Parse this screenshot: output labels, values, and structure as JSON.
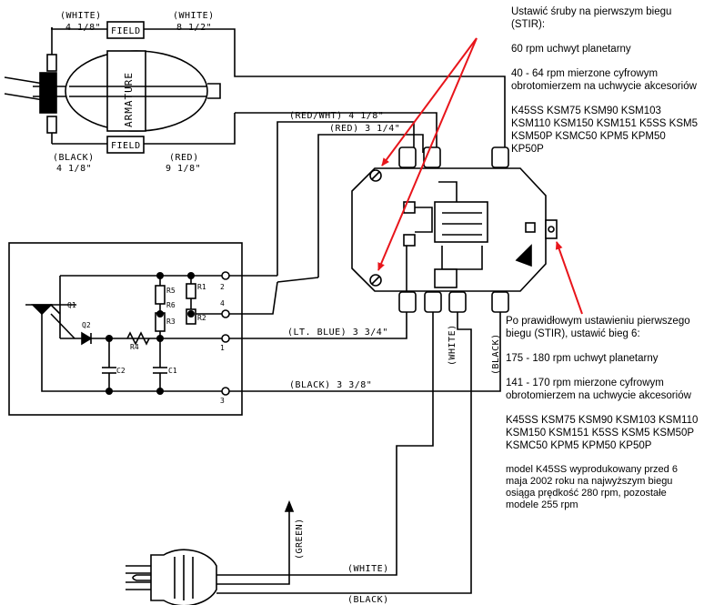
{
  "labels": {
    "white_top_left": "(WHITE)",
    "white_top_left_len": "4 1/8\"",
    "white_top_right": "(WHITE)",
    "white_top_right_len": "8 1/2\"",
    "field_top": "FIELD",
    "field_bottom": "FIELD",
    "armature": "ARMATURE",
    "black_bottom_left": "(BLACK)",
    "black_bottom_left_len": "4 1/8\"",
    "red_bottom": "(RED)",
    "red_bottom_len": "9 1/8\"",
    "red_wht": "(RED/WHT) 4 1/8\"",
    "red": "(RED) 3 1/4\"",
    "lt_blue": "(LT. BLUE) 3 3/4\"",
    "black_mid": "(BLACK) 3 3/8\"",
    "white_vertical": "(WHITE)",
    "black_vertical": "(BLACK)",
    "green": "(GREEN)",
    "white_plug": "(WHITE)",
    "black_plug": "(BLACK)",
    "q1": "Q1",
    "q2": "Q2",
    "r1": "R1",
    "r2": "R2",
    "r3": "R3",
    "r4": "R4",
    "r5": "R5",
    "r6": "R6",
    "c1": "C1",
    "c2": "C2",
    "t1": "1",
    "t2": "2",
    "t3": "3",
    "t4": "4"
  },
  "note_top": {
    "title": "Ustawić śruby na pierwszym biegu (STIR):",
    "line1": "60 rpm uchwyt planetarny",
    "line2": "40 - 64 rpm mierzone cyfrowym obrotomierzem na uchwycie akcesoriów",
    "models": "K45SS KSM75 KSM90 KSM103 KSM110 KSM150 KSM151 K5SS KSM5 KSM50P KSMC50 KPM5 KPM50 KP50P"
  },
  "note_bottom": {
    "title": "Po prawidłowym ustawieniu pierwszego biegu (STIR), ustawić bieg 6:",
    "line1": "175 - 180 rpm uchwyt planetarny",
    "line2": "141 - 170 rpm mierzone cyfrowym obrotomierzem na uchwycie akcesoriów",
    "models": "K45SS KSM75 KSM90 KSM103 KSM110 KSM150 KSM151 K5SS KSM5 KSM50P KSMC50 KPM5 KPM50 KP50P",
    "footer": "model K45SS wyprodukowany przed 6 maja 2002 roku na najwyższym biegu osiąga prędkość 280 rpm, pozostałe modele 255 rpm"
  },
  "colors": {
    "arrow": "#e8151b",
    "line": "#000000"
  }
}
